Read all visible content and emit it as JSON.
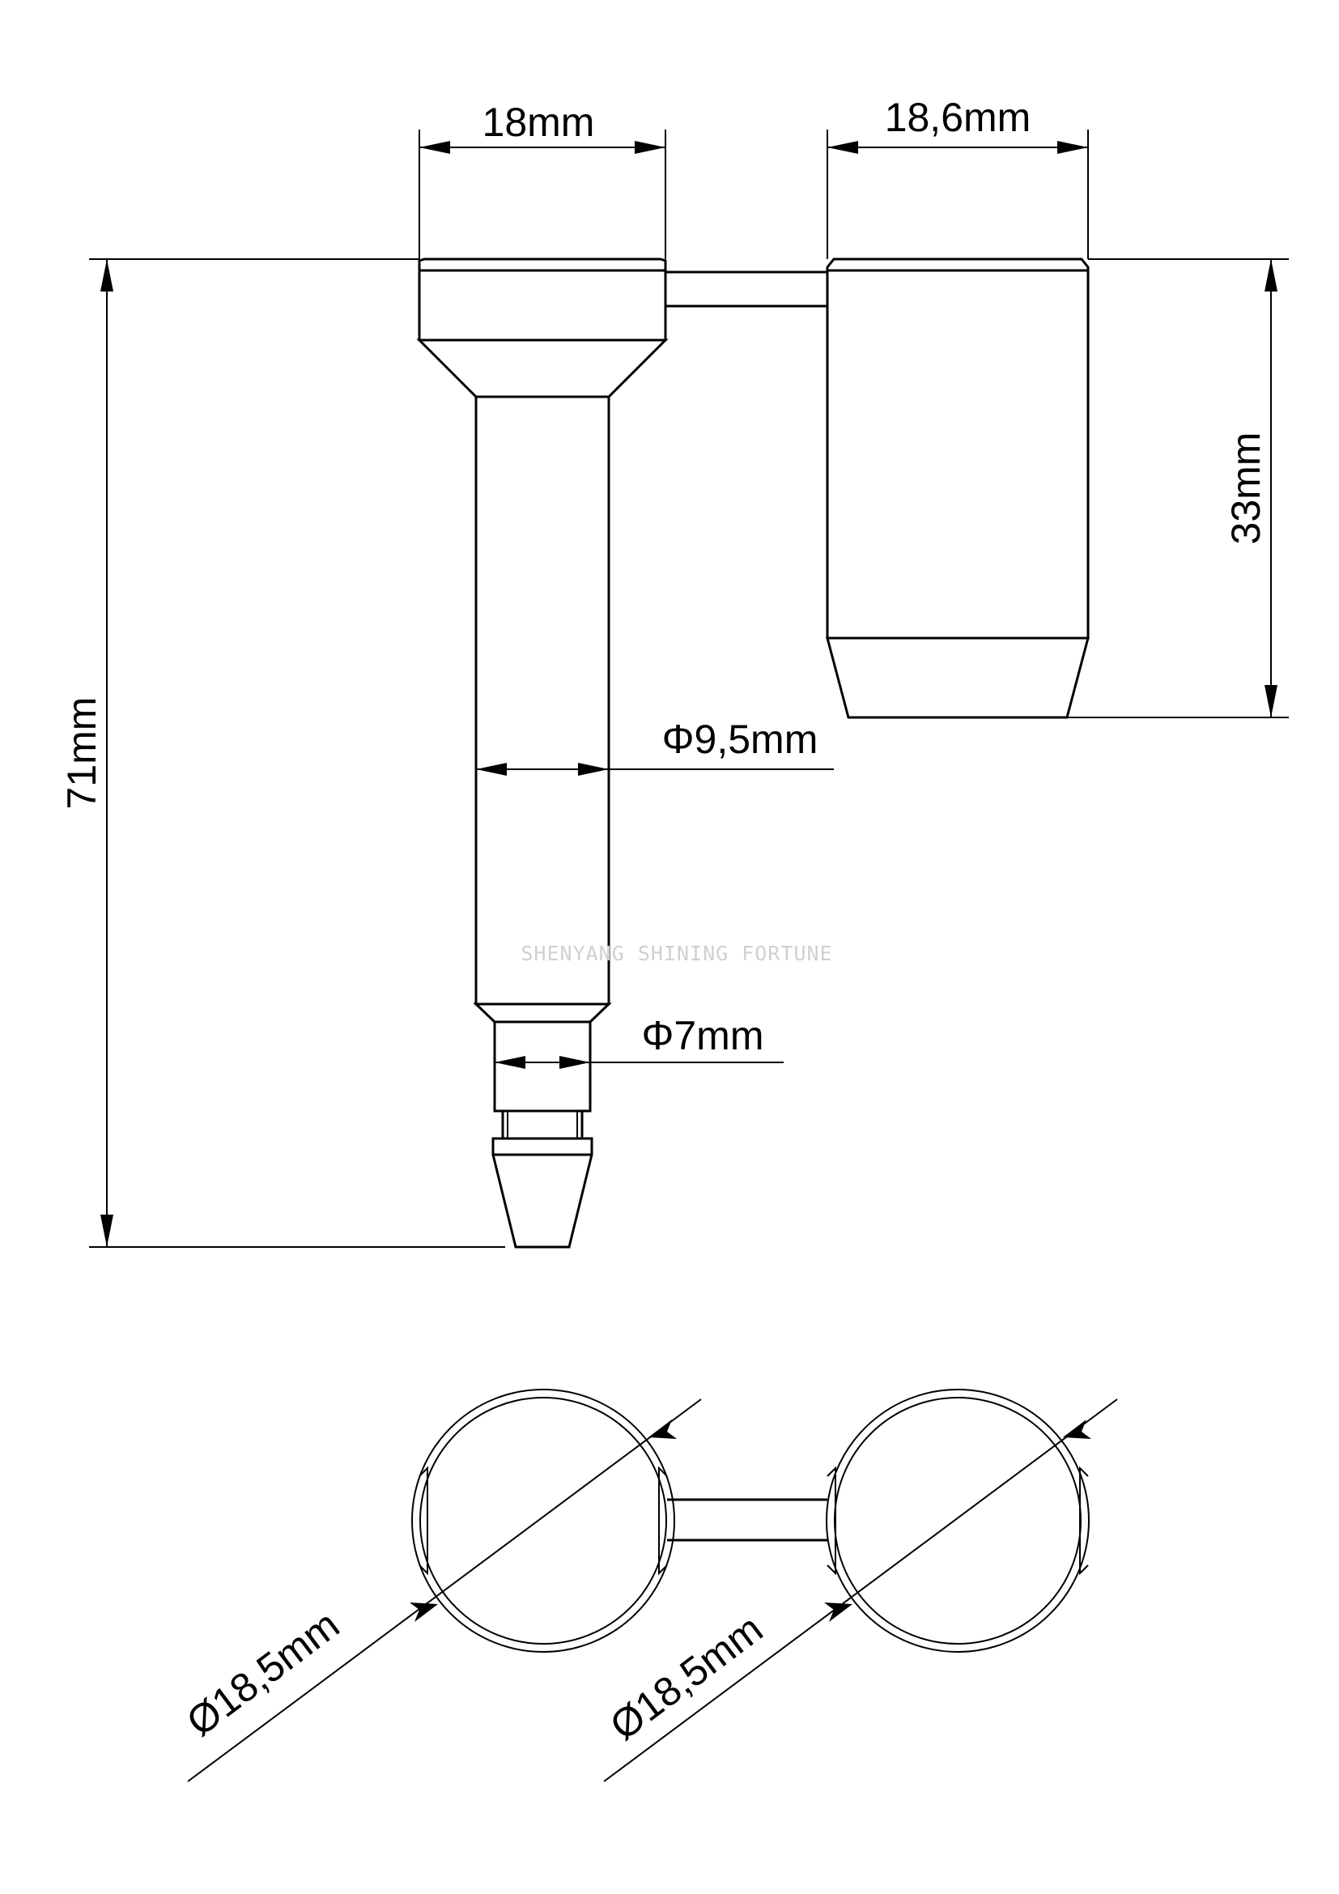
{
  "dimensions": {
    "bolt_head_width": "18mm",
    "lock_width": "18,6mm",
    "lock_height": "33mm",
    "overall_length": "71mm",
    "shaft_diameter": "Φ9,5mm",
    "tip_diameter": "Φ7mm",
    "left_circle_diameter": "Ø18,5mm",
    "right_circle_diameter": "Ø18,5mm"
  },
  "watermark": "SHENYANG SHINING FORTUNE",
  "colors": {
    "line": "#000000",
    "background": "#ffffff",
    "watermark": "#d0d0d0"
  }
}
